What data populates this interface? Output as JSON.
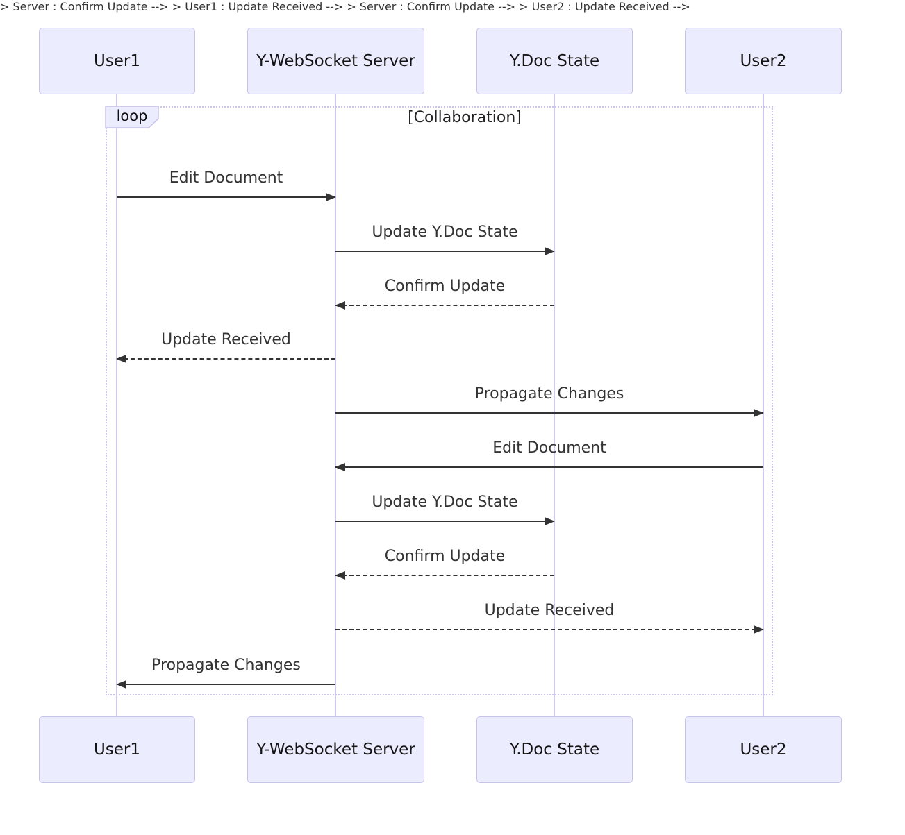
{
  "diagram": {
    "type": "sequence",
    "participants": [
      {
        "id": "user1",
        "label": "User1"
      },
      {
        "id": "server",
        "label": "Y-WebSocket Server"
      },
      {
        "id": "ydoc",
        "label": "Y.Doc State"
      },
      {
        "id": "user2",
        "label": "User2"
      }
    ],
    "loop": {
      "label": "loop",
      "condition": "[Collaboration]"
    },
    "messages": [
      {
        "from": "User1",
        "to": "Y-WebSocket Server",
        "text": "Edit Document",
        "line": "solid"
      },
      {
        "from": "Y-WebSocket Server",
        "to": "Y.Doc State",
        "text": "Update Y.Doc State",
        "line": "solid"
      },
      {
        "from": "Y.Doc State",
        "to": "Y-WebSocket Server",
        "text": "Confirm Update",
        "line": "dashed"
      },
      {
        "from": "Y-WebSocket Server",
        "to": "User1",
        "text": "Update Received",
        "line": "dashed"
      },
      {
        "from": "Y-WebSocket Server",
        "to": "User2",
        "text": "Propagate Changes",
        "line": "solid"
      },
      {
        "from": "User2",
        "to": "Y-WebSocket Server",
        "text": "Edit Document",
        "line": "solid"
      },
      {
        "from": "Y-WebSocket Server",
        "to": "Y.Doc State",
        "text": "Update Y.Doc State",
        "line": "solid"
      },
      {
        "from": "Y.Doc State",
        "to": "Y-WebSocket Server",
        "text": "Confirm Update",
        "line": "dashed"
      },
      {
        "from": "Y-WebSocket Server",
        "to": "User2",
        "text": "Update Received",
        "line": "dashed"
      },
      {
        "from": "Y-WebSocket Server",
        "to": "User1",
        "text": "Propagate Changes",
        "line": "solid"
      }
    ],
    "colors": {
      "actor_fill": "#ECECFF",
      "actor_border": "#C8C2EA",
      "lifeline": "#D2C9EE",
      "loop_border": "#CCC4EE",
      "arrow": "#333333",
      "text": "#333333",
      "background": "#FFFFFF"
    }
  }
}
